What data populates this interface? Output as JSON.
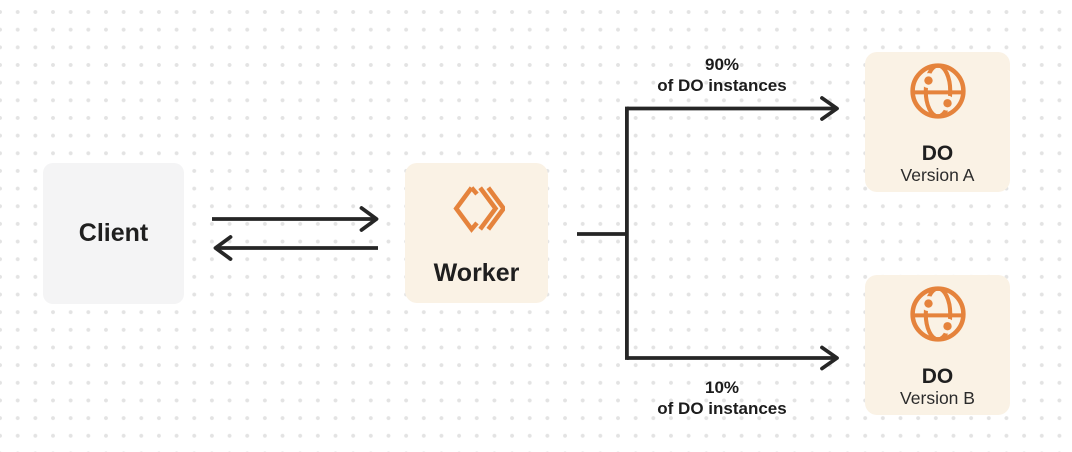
{
  "nodes": {
    "client": {
      "label": "Client"
    },
    "worker": {
      "label": "Worker",
      "icon": "workers-chevrons-icon"
    },
    "version_a": {
      "title": "DO",
      "subtitle": "Version A",
      "icon": "globe-dots-icon"
    },
    "version_b": {
      "title": "DO",
      "subtitle": "Version B",
      "icon": "globe-dots-icon"
    }
  },
  "edges": {
    "client_worker": {
      "style": "bidirectional-arrows"
    },
    "to_version_a": {
      "percent": "90%",
      "caption": "of DO instances"
    },
    "to_version_b": {
      "percent": "10%",
      "caption": "of DO instances"
    }
  },
  "colors": {
    "accent_orange": "#E5833C",
    "node_fill_cream": "#FAF2E5",
    "node_fill_gray": "#F4F4F5",
    "connector_dark": "#262626",
    "text_dark": "#1F1F1F",
    "dot_grid": "#E3E3E3",
    "background": "#FFFFFF"
  }
}
